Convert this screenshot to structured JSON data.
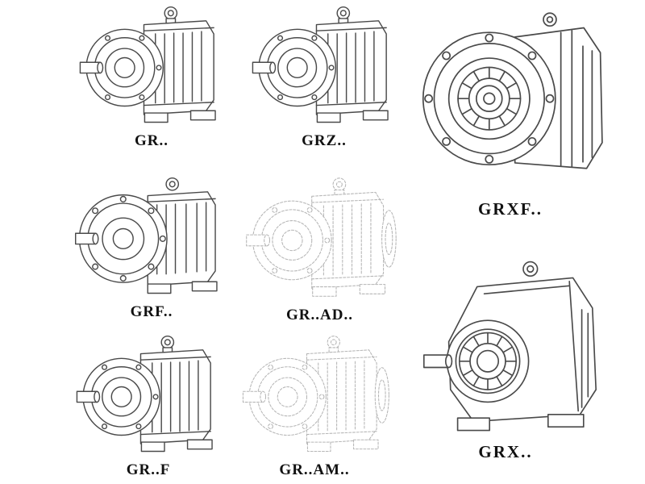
{
  "page": {
    "background": "#ffffff"
  },
  "colors": {
    "page_bg": "#ffffff",
    "line": "#4a4a4a",
    "ghost_line": "#b6b6b6",
    "label": "#111111"
  },
  "figures": [
    {
      "id": "gr",
      "label": "GR..",
      "render": "solid"
    },
    {
      "id": "grz",
      "label": "GRZ..",
      "render": "solid"
    },
    {
      "id": "grxf",
      "label": "GRXF..",
      "render": "solid"
    },
    {
      "id": "grf",
      "label": "GRF..",
      "render": "solid"
    },
    {
      "id": "gr-ad",
      "label": "GR..AD..",
      "render": "ghost"
    },
    {
      "id": "gr-f",
      "label": "GR..F",
      "render": "solid"
    },
    {
      "id": "gr-am",
      "label": "GR..AM..",
      "render": "ghost"
    },
    {
      "id": "grx",
      "label": "GRX..",
      "render": "solid"
    }
  ]
}
